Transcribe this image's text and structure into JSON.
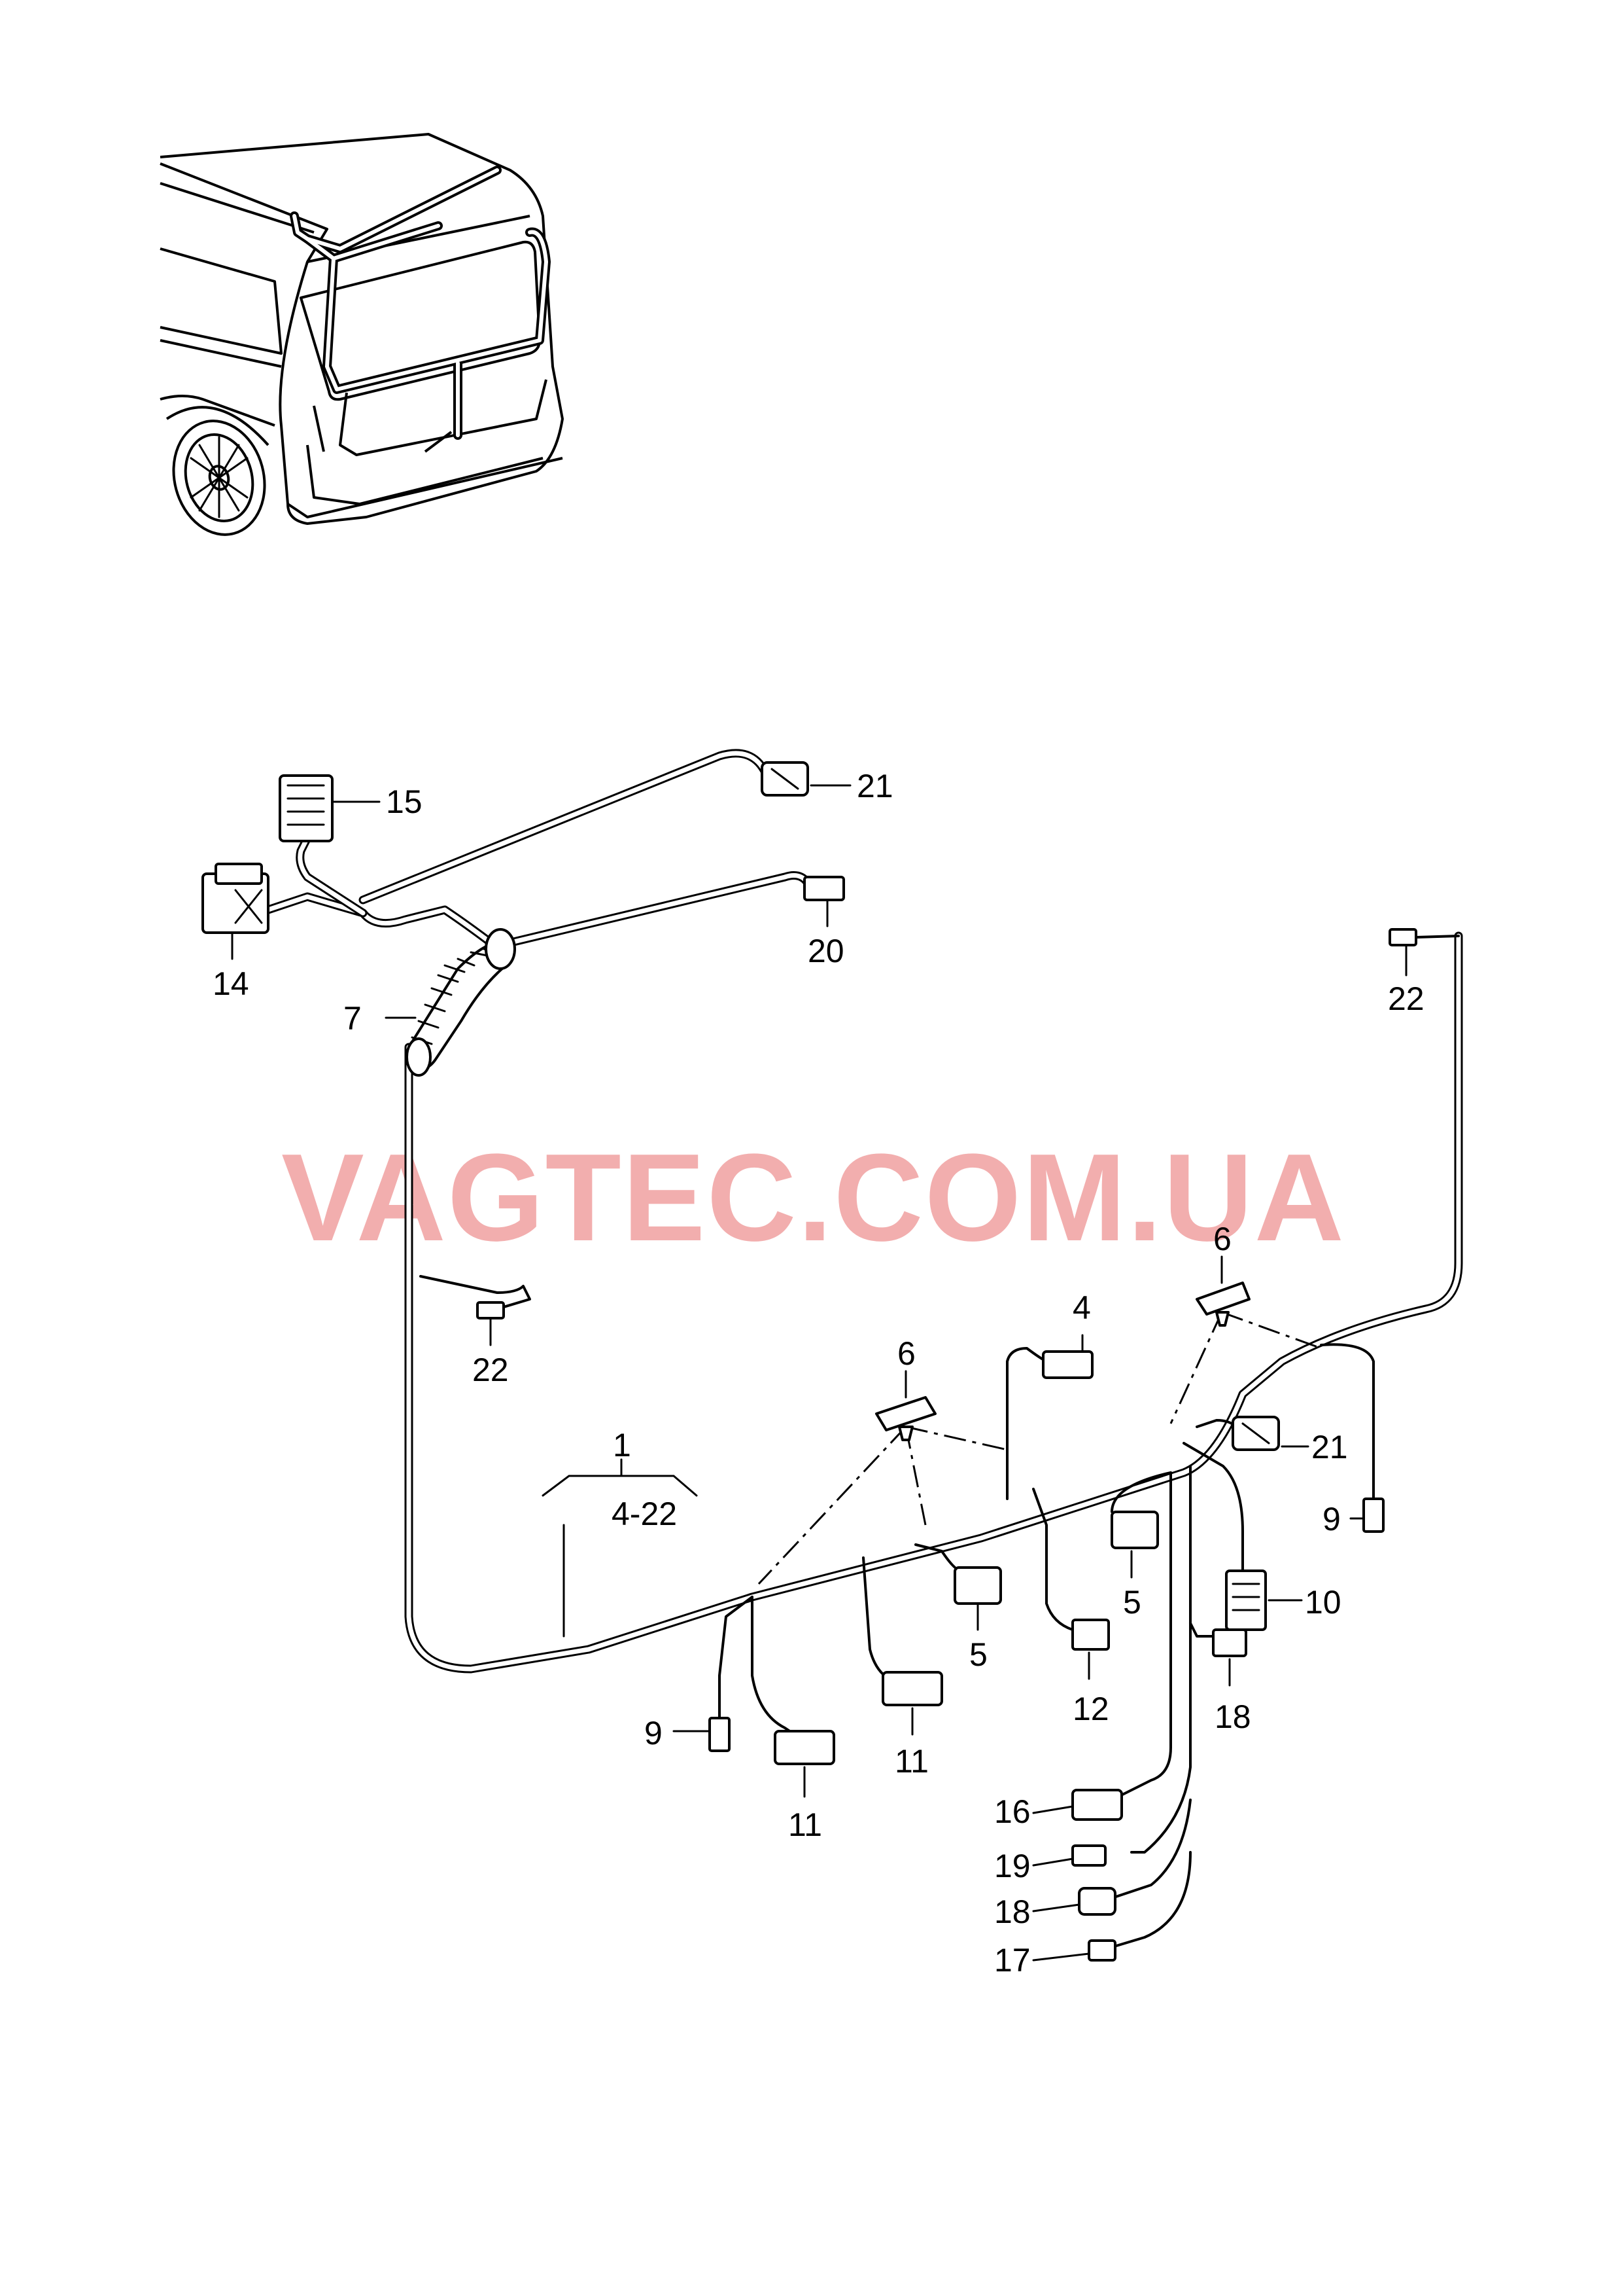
{
  "watermark": "VAGTEC.COM.UA",
  "labels": {
    "p1": "1",
    "p1_range": "4-22",
    "p4": "4",
    "p5a": "5",
    "p5b": "5",
    "p6a": "6",
    "p6b": "6",
    "p7": "7",
    "p9a": "9",
    "p9b": "9",
    "p10": "10",
    "p11a": "11",
    "p11b": "11",
    "p12": "12",
    "p14": "14",
    "p15": "15",
    "p16": "16",
    "p17": "17",
    "p18a": "18",
    "p18b": "18",
    "p19": "19",
    "p20": "20",
    "p21a": "21",
    "p21b": "21",
    "p22a": "22",
    "p22b": "22"
  },
  "colors": {
    "line": "#000000",
    "watermark": "#f0a0a0",
    "background": "#ffffff"
  }
}
